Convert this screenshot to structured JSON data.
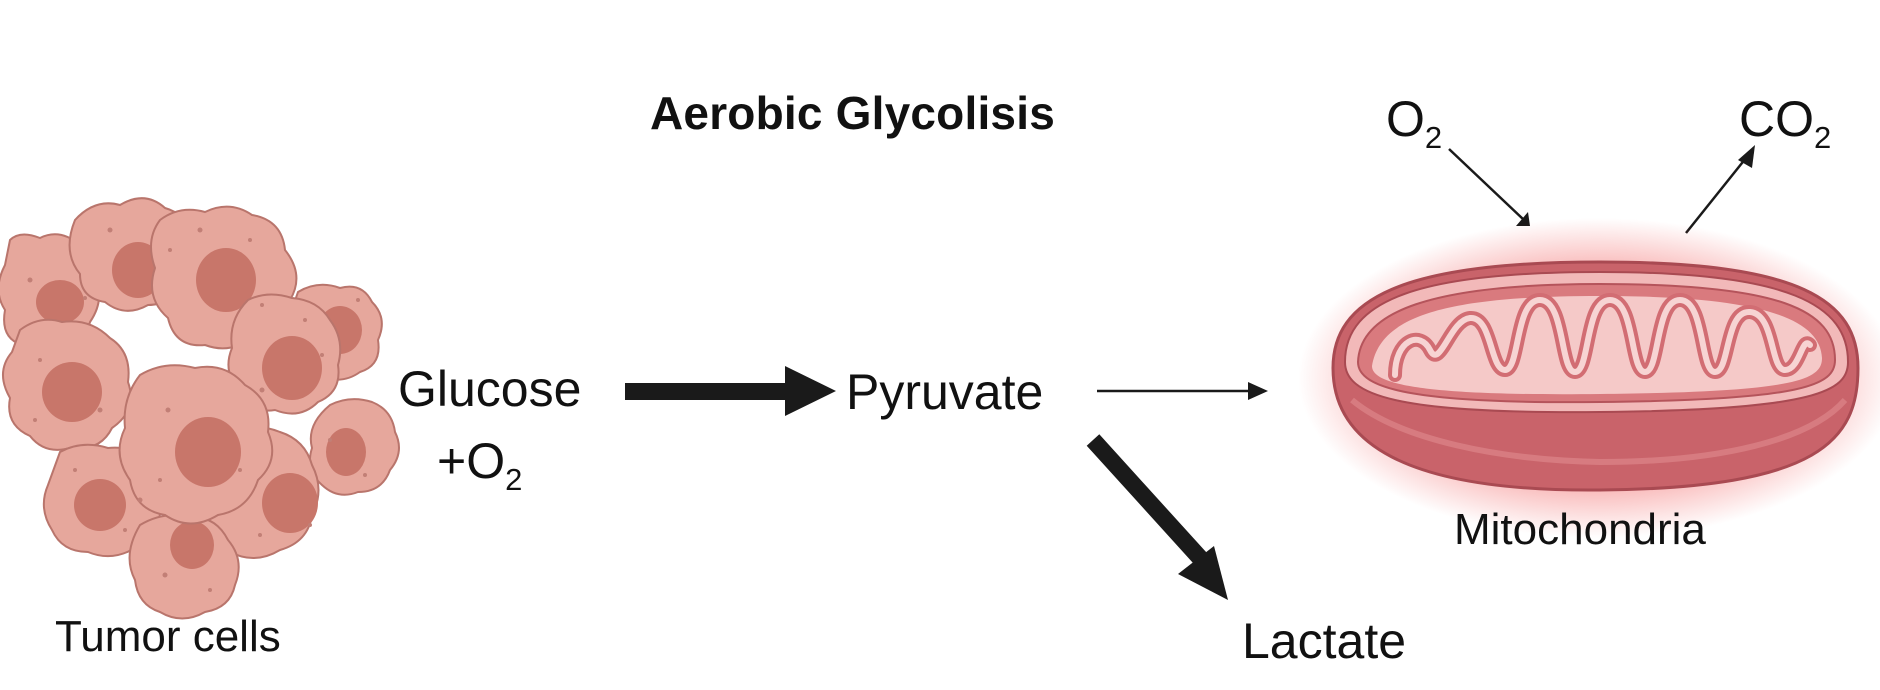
{
  "diagram": {
    "title": "Aerobic Glycolisis",
    "labels": {
      "tumor_cells": "Tumor cells",
      "glucose": "Glucose",
      "plus_o2_prefix": "+O",
      "plus_o2_sub": "2",
      "pyruvate": "Pyruvate",
      "lactate": "Lactate",
      "mitochondria": "Mitochondria",
      "o2_main": "O",
      "o2_sub": "2",
      "co2_main": "CO",
      "co2_sub": "2"
    },
    "colors": {
      "cell_fill": "#e6a79c",
      "cell_stroke": "#b9756c",
      "nucleus": "#c8766a",
      "mito_outer": "#cf6a6e",
      "mito_inner": "#f3c1bf",
      "mito_glow": "#f04a4a",
      "arrow": "#1a1a1a"
    }
  }
}
